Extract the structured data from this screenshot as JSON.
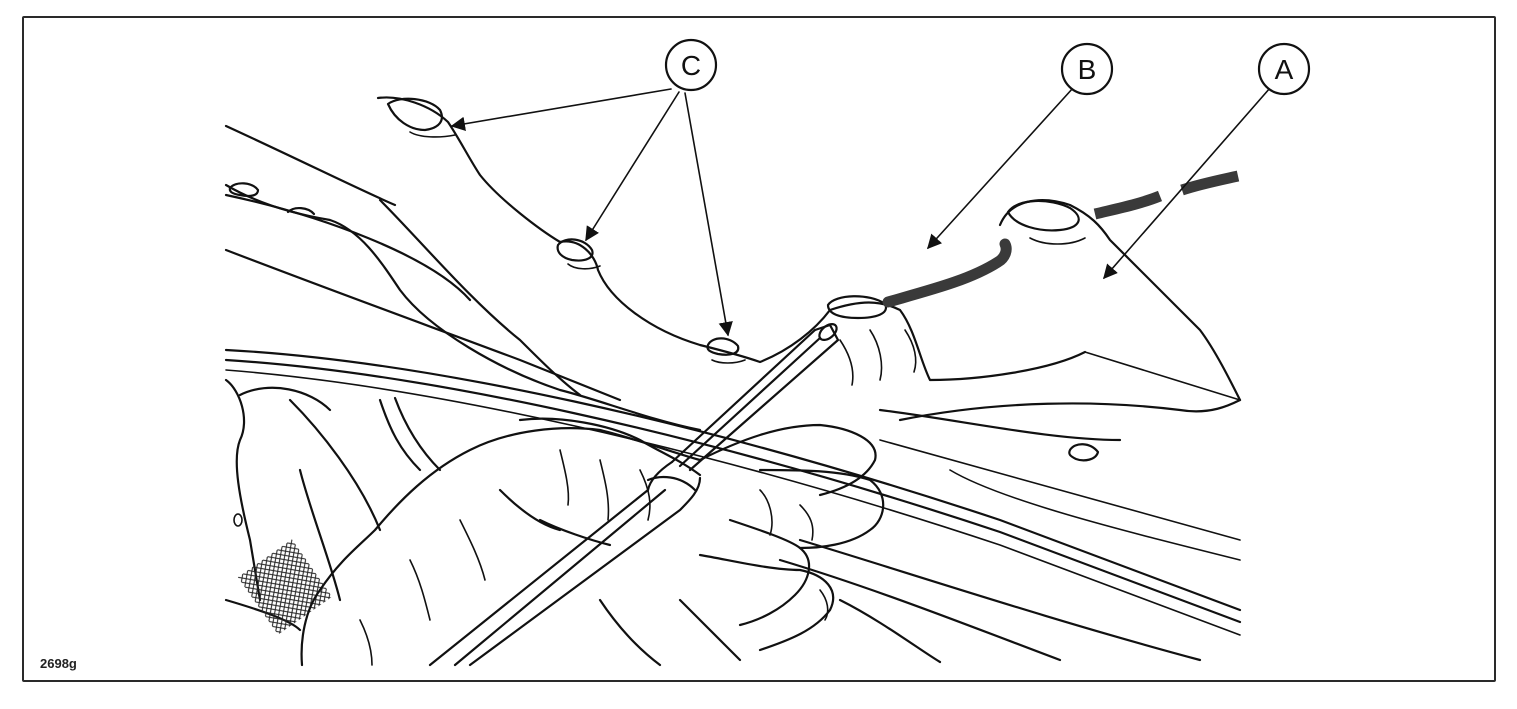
{
  "figure_id": "2698g",
  "callouts": {
    "a": "A",
    "b": "B",
    "c": "C"
  },
  "colors": {
    "ink": "#111111",
    "frame": "#2a2a2a",
    "seal_strip": "#3a3a3a"
  },
  "icons": {
    "tool": "flat-blade-tool",
    "hand": "gloved-hand"
  }
}
